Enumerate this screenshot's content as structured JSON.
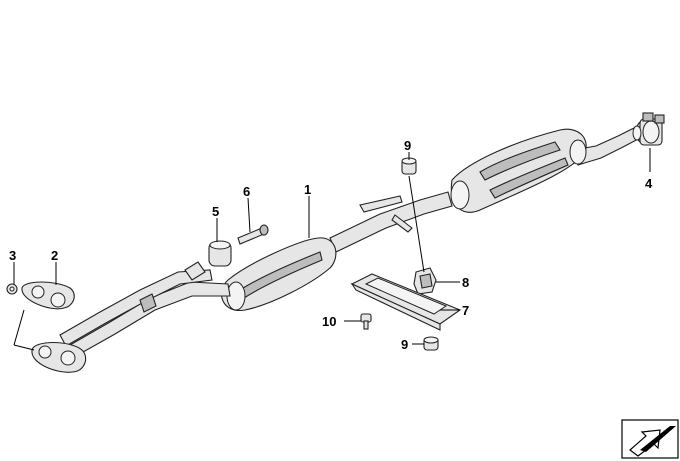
{
  "callouts": {
    "c1": "1",
    "c2": "2",
    "c3": "3",
    "c4": "4",
    "c5": "5",
    "c6": "6",
    "c7": "7",
    "c8": "8",
    "c9a": "9",
    "c9b": "9",
    "c10": "10"
  },
  "icons": {
    "corner_nav": "arrow-nav-icon"
  },
  "colors": {
    "line": "#000000",
    "part_fill": "#e6e6e6",
    "part_shade": "#bdbdbd",
    "background": "#ffffff"
  }
}
